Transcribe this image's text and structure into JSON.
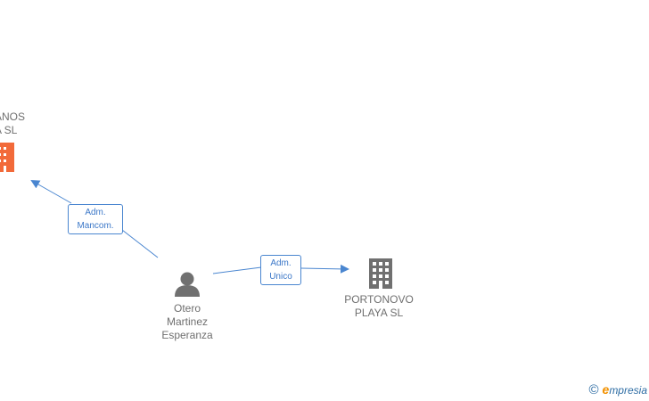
{
  "colors": {
    "edge": "#4a86d0",
    "main_company": "#f26a3a",
    "company": "#707070",
    "person": "#707070"
  },
  "nodes": {
    "left_company": {
      "line1": "ANOS",
      "line2": "A SL",
      "icon": "building-icon"
    },
    "person": {
      "line1": "Otero",
      "line2": "Martinez",
      "line3": "Esperanza",
      "icon": "person-icon"
    },
    "right_company": {
      "line1": "PORTONOVO",
      "line2": "PLAYA SL",
      "icon": "building-icon"
    }
  },
  "edges": {
    "to_left": {
      "line1": "Adm.",
      "line2": "Mancom."
    },
    "to_right": {
      "line1": "Adm.",
      "line2": "Unico"
    }
  },
  "watermark": {
    "copyright": "©",
    "first_letter": "e",
    "rest": "mpresia"
  }
}
